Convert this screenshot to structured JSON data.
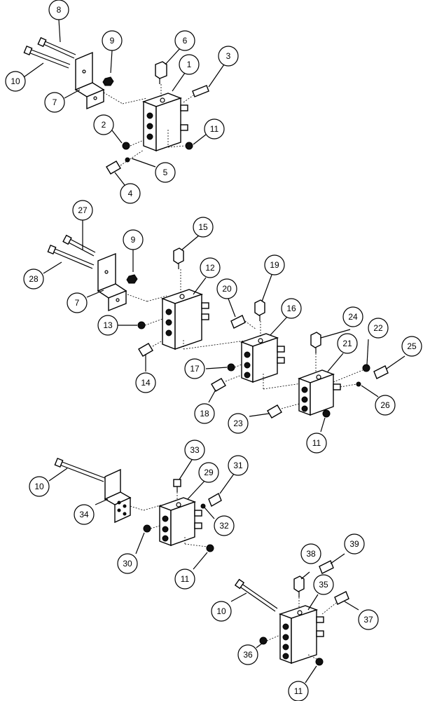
{
  "diagram": {
    "callouts": [
      "8",
      "9",
      "6",
      "3",
      "1",
      "10",
      "7",
      "2",
      "11",
      "5",
      "4",
      "27",
      "9",
      "15",
      "28",
      "12",
      "19",
      "7",
      "20",
      "16",
      "24",
      "13",
      "22",
      "25",
      "21",
      "17",
      "14",
      "26",
      "18",
      "23",
      "11",
      "33",
      "29",
      "31",
      "10",
      "34",
      "32",
      "30",
      "11",
      "38",
      "39",
      "35",
      "10",
      "37",
      "36",
      "11"
    ]
  }
}
